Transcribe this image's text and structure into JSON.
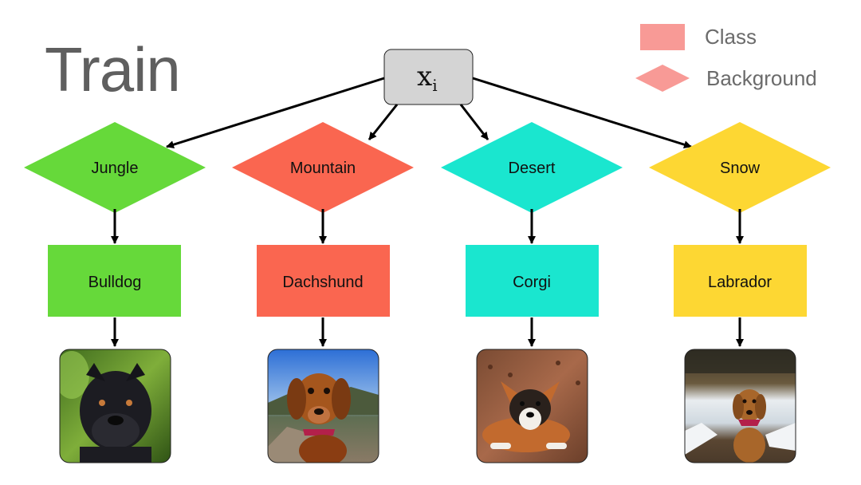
{
  "title": "Train",
  "legend": {
    "class_label": "Class",
    "background_label": "Background",
    "class_color": "#F89A96",
    "background_color": "#F89A96"
  },
  "root": {
    "label_main": "x",
    "label_sub": "i",
    "color": "#D4D4D4"
  },
  "branches": [
    {
      "background": "Jungle",
      "class": "Bulldog",
      "color": "#66D93A",
      "image": "bulldog-photo"
    },
    {
      "background": "Mountain",
      "class": "Dachshund",
      "color": "#FA6650",
      "image": "dachshund-photo"
    },
    {
      "background": "Desert",
      "class": "Corgi",
      "color": "#1AE6CF",
      "image": "corgi-photo"
    },
    {
      "background": "Snow",
      "class": "Labrador",
      "color": "#FDD733",
      "image": "labrador-photo"
    }
  ]
}
